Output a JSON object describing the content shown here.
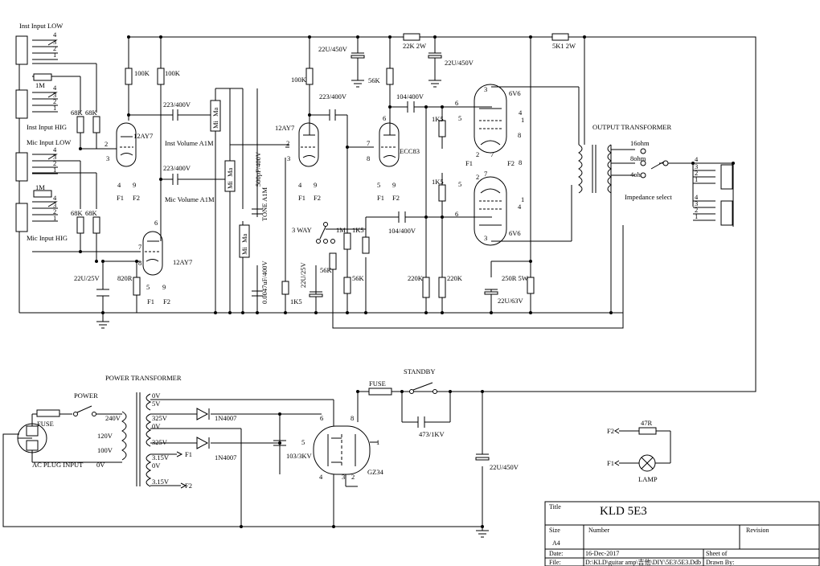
{
  "labels": {
    "inst_low": "Inst Input LOW",
    "inst_hig": "Inst Input HIG",
    "mic_low": "Mic Input LOW",
    "mic_hig": "Mic Input HIG",
    "inst_vol": "Inst Volume A1M",
    "mic_vol": "Mic Volume A1M",
    "tone": "TONE A1M",
    "three_way": "3 WAY",
    "output_tf": "OUTPUT TRANSFORMER",
    "imp_sel": "Impedance select",
    "power_tf": "POWER TRANSFORMER",
    "power": "POWER",
    "standby": "STANDBY",
    "fuse": "FUSE",
    "ac_plug": "AC PLUG INPUT",
    "lamp": "LAMP",
    "gz34": "GZ34",
    "v1": "12AY7",
    "v2": "12AY7",
    "v3": "12AY7",
    "ecc83": "ECC83",
    "v6a": "6V6",
    "v6b": "6V6",
    "mi": "Mi",
    "ma": "Ma"
  },
  "jack_pins": [
    "4",
    "3",
    "2",
    "1"
  ],
  "tube_pins": {
    "v1": [
      "2",
      "3",
      "4",
      "9",
      "F1",
      "F2"
    ],
    "v2": [
      "6",
      "7",
      "8",
      "5",
      "9",
      "F1",
      "F2"
    ],
    "v3": [
      "2",
      "3",
      "4",
      "9",
      "F1",
      "F2"
    ],
    "v4": [
      "6",
      "7",
      "8",
      "5",
      "9",
      "F1",
      "F2"
    ],
    "pa_top": [
      "6",
      "5",
      "3",
      "2",
      "7",
      "4",
      "1",
      "8",
      "8",
      "F1",
      "F2"
    ],
    "pa_bot": [
      "6",
      "5",
      "7",
      "2",
      "4",
      "1",
      "3"
    ],
    "rect": [
      "6",
      "8",
      "5",
      "1",
      "4",
      "3",
      "2"
    ]
  },
  "components": {
    "r_100k_a": "100K",
    "r_100k_b": "100K",
    "r_100k_c": "100K",
    "r_1m_a": "1M",
    "r_1m_b": "1M",
    "r_1m_c": "1M",
    "r_68k_a": "68K",
    "r_68k_b": "68K",
    "r_68k_c": "68K",
    "r_68k_d": "68K",
    "c_223_a": "223/400V",
    "c_223_b": "223/400V",
    "c_223_c": "223/400V",
    "c_500p": "500pF/400V",
    "c_0047": "0.0047uF/400V",
    "c_22u_top1": "22U/450V",
    "c_22u_top2": "22U/450V",
    "r_22k": "22K 2W",
    "r_56k_a": "56K",
    "r_56k_b": "56K",
    "r_56k_c": "56K",
    "c_104_a": "104/400V",
    "c_104_b": "104/400V",
    "r_1k5_a": "1K5",
    "r_1k5_b": "1K5",
    "r_1k5_c": "1K5",
    "r_1k5_d": "1K5",
    "r_5k1": "5K1 2W",
    "c_22u_25": "22U/25V",
    "c_22u_25b": "22U/25V",
    "r_820": "820R",
    "r_220k_a": "220K",
    "r_220k_b": "220K",
    "r_250": "250R 5W",
    "c_22u_63": "22U/63V",
    "ohm16": "16ohm",
    "ohm8": "8ohm",
    "ohm4": "4ohm",
    "v240": "240V",
    "v120": "120V",
    "v100": "100V",
    "v0a": "0V",
    "v0b": "0V",
    "v5": "5V",
    "v325a": "325V",
    "v0c": "0V",
    "v325b": "325V",
    "v315a": "3.15V",
    "v0d": "0V",
    "v315b": "3.15V",
    "d1": "1N4007",
    "d2": "1N4007",
    "c_103": "103/3KV",
    "c_473": "473/1KV",
    "c_22u_450": "22U/450V",
    "r_47": "47R",
    "f1": "F1",
    "f2": "F2"
  },
  "title_block": {
    "title_hdr": "Title",
    "title": "KLD 5E3",
    "size_hdr": "Size",
    "size": "A4",
    "number_hdr": "Number",
    "revision_hdr": "Revision",
    "date_hdr": "Date:",
    "date": "16-Dec-2017",
    "sheet": "Sheet    of",
    "file_hdr": "File:",
    "file": "D:\\KLD\\guitar amp\\吉他\\DIY\\5E3\\5E3.Ddb",
    "drawn": "Drawn By:"
  }
}
